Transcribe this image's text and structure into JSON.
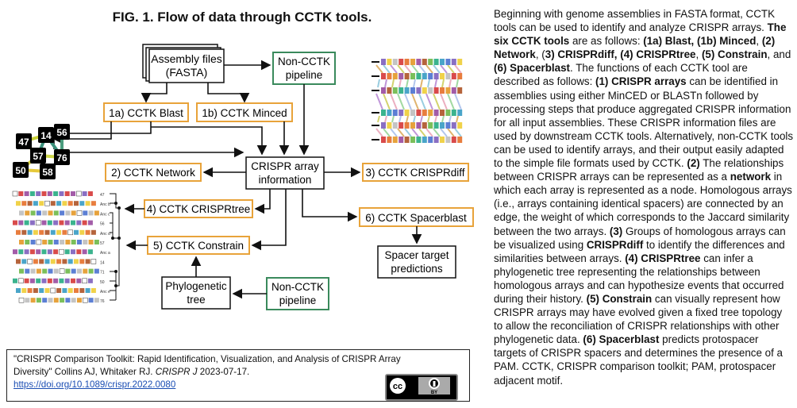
{
  "figure": {
    "title": "FIG. 1. Flow of data through CCTK tools.",
    "nodes": {
      "assembly": [
        "Assembly files",
        "(FASTA)"
      ],
      "noncctk_top": [
        "Non-CCTK",
        "pipeline"
      ],
      "blast": "1a) CCTK Blast",
      "minced": "1b) CCTK Minced",
      "crispr_info": [
        "CRISPR array",
        "information"
      ],
      "network": "2) CCTK Network",
      "crisprdiff": "3) CCTK CRISPRdiff",
      "crisprtree": "4) CCTK CRISPRtree",
      "constrain": "5) CCTK Constrain",
      "spacerblast": "6) CCTK Spacerblast",
      "spacer_target": [
        "Spacer target",
        "predictions"
      ],
      "phylo": [
        "Phylogenetic",
        "tree"
      ],
      "noncctk_bottom": [
        "Non-CCTK",
        "pipeline"
      ]
    },
    "network_nodes": [
      "47",
      "14",
      "56",
      "57",
      "76",
      "50",
      "58"
    ],
    "tree_labels": [
      "47",
      "Anc b",
      "Anc c",
      "56",
      "Anc d",
      "57",
      "Anc a",
      "14",
      "71",
      "50",
      "Anc e",
      "76"
    ],
    "colors": {
      "orange_box": "#e8a33a",
      "green_box": "#3a8a5c",
      "black_box": "#111111"
    }
  },
  "citation": {
    "line1": "\"CRISPR Comparison Toolkit: Rapid Identification, Visualization, and Analysis of CRISPR Array",
    "line2_pre": "Diversity\" Collins AJ, Whitaker RJ. ",
    "line2_journal": "CRISPR J",
    "line2_post": " 2023-07-17.",
    "doi": "https://doi.org/10.1089/crispr.2022.0080",
    "license_badge": [
      "cc",
      "BY"
    ]
  },
  "description": [
    {
      "t": "Beginning with genome assemblies in FASTA format, CCTK tools can be used to identify and analyze CRISPR arrays. ",
      "b": false
    },
    {
      "t": "The six CCTK tools",
      "b": true
    },
    {
      "t": " are as follows: ",
      "b": false
    },
    {
      "t": "(1a) Blast, (1b) Minced",
      "b": true
    },
    {
      "t": ", ",
      "b": false
    },
    {
      "t": "(2) Network",
      "b": true
    },
    {
      "t": ", (",
      "b": false
    },
    {
      "t": "3) CRISPRdiff, (4) CRISPRtree",
      "b": true
    },
    {
      "t": ", ",
      "b": false
    },
    {
      "t": "(5) Constrain",
      "b": true
    },
    {
      "t": ", and ",
      "b": false
    },
    {
      "t": "(6) Spacerblast",
      "b": true
    },
    {
      "t": ". The functions of each CCTK tool are described as follows: ",
      "b": false
    },
    {
      "t": "(1) CRISPR arrays",
      "b": true
    },
    {
      "t": " can be identified in assemblies using either MinCED or BLASTn followed by processing steps that produce aggregated CRISPR information for all input assemblies. These CRISPR information files are used by downstream CCTK tools. Alternatively, non-CCTK tools can be used to identify arrays, and their output easily adapted to the simple file formats used by CCTK. ",
      "b": false
    },
    {
      "t": "(2)",
      "b": true
    },
    {
      "t": " The relationships between CRISPR arrays can be represented as a ",
      "b": false
    },
    {
      "t": "network",
      "b": true
    },
    {
      "t": " in which each array is represented as a node. Homologous arrays (i.e., arrays containing identical spacers) are connected by an edge, the weight of which corresponds to the Jaccard similarity between the two arrays. ",
      "b": false
    },
    {
      "t": "(3)",
      "b": true
    },
    {
      "t": " Groups of homologous arrays can be visualized using ",
      "b": false
    },
    {
      "t": "CRISPRdiff",
      "b": true
    },
    {
      "t": " to identify the differences and similarities between arrays. ",
      "b": false
    },
    {
      "t": "(4) CRISPRtree",
      "b": true
    },
    {
      "t": " can infer a phylogenetic tree representing the relationships between homologous arrays and can hypothesize events that occurred during their history. ",
      "b": false
    },
    {
      "t": "(5) Constrain",
      "b": true
    },
    {
      "t": " can visually represent how CRISPR arrays may have evolved given a fixed tree topology to allow the reconciliation of CRISPR relationships with other phylogenetic data. ",
      "b": false
    },
    {
      "t": "(6) Spacerblast",
      "b": true
    },
    {
      "t": " predicts protospacer targets of CRISPR spacers and determines the presence of a PAM. CCTK, CRISPR comparison toolkit; PAM, protospacer adjacent motif.",
      "b": false
    }
  ]
}
